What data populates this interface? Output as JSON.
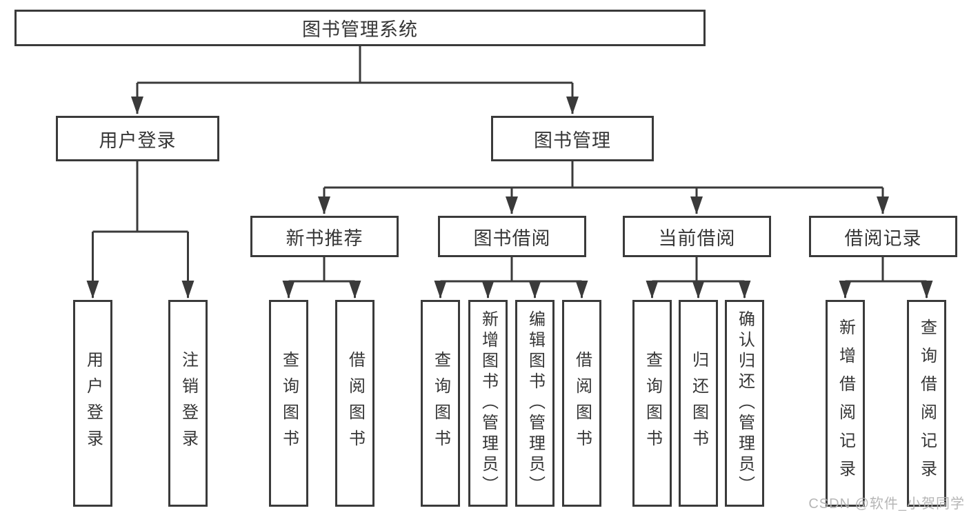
{
  "diagram_title": "图书管理系统",
  "nodes": {
    "root": {
      "label": "图书管理系统"
    },
    "user_login": {
      "label": "用户登录"
    },
    "book_management": {
      "label": "图书管理"
    },
    "new_book_recommend": {
      "label": "新书推荐"
    },
    "book_borrow": {
      "label": "图书借阅"
    },
    "current_borrow": {
      "label": "当前借阅"
    },
    "borrow_record": {
      "label": "借阅记录"
    },
    "user_login_leaf": {
      "label": "用户登录"
    },
    "logout_leaf": {
      "label": "注销登录"
    },
    "query_book_1": {
      "label": "查询图书"
    },
    "borrow_book_1": {
      "label": "借阅图书"
    },
    "query_book_2": {
      "label": "查询图书"
    },
    "add_book_admin": {
      "label": "新增图书（管理员）"
    },
    "edit_book_admin": {
      "label": "编辑图书（管理员）"
    },
    "borrow_book_2": {
      "label": "借阅图书"
    },
    "query_book_3": {
      "label": "查询图书"
    },
    "return_book": {
      "label": "归还图书"
    },
    "confirm_return_admin": {
      "label": "确认归还（管理员）"
    },
    "add_borrow_record": {
      "label": "新增借阅记录"
    },
    "query_borrow_record": {
      "label": "查询借阅记录"
    }
  },
  "hierarchy": {
    "图书管理系统": {
      "用户登录": [
        "用户登录",
        "注销登录"
      ],
      "图书管理": {
        "新书推荐": [
          "查询图书",
          "借阅图书"
        ],
        "图书借阅": [
          "查询图书",
          "新增图书（管理员）",
          "编辑图书（管理员）",
          "借阅图书"
        ],
        "当前借阅": [
          "查询图书",
          "归还图书",
          "确认归还（管理员）"
        ],
        "借阅记录": [
          "新增借阅记录",
          "查询借阅记录"
        ]
      }
    }
  },
  "watermark": {
    "text": "CSDN @软件_小贺同学",
    "color": "#b3b3b3"
  },
  "colors": {
    "line": "#3a3a3a",
    "text": "#363636",
    "background": "#ffffff"
  }
}
